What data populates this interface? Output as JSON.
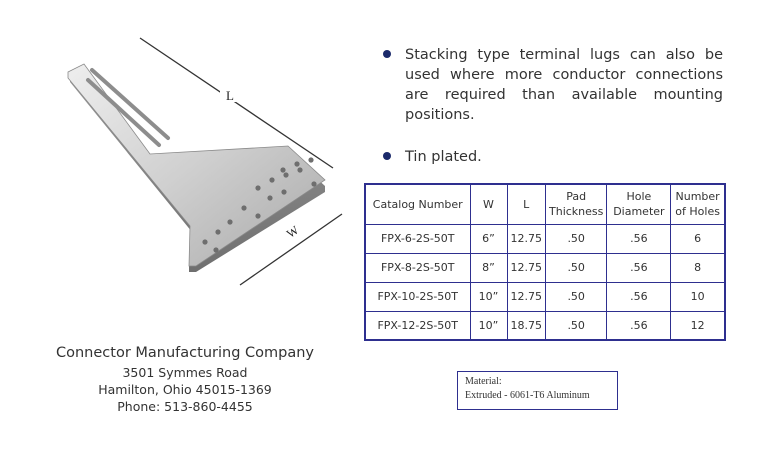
{
  "figure": {
    "length_label": "L",
    "width_label": "W"
  },
  "bullets": [
    "Stacking type terminal lugs can also be used where more conductor connections are required than available mounting positions.",
    "Tin plated."
  ],
  "table": {
    "headers": [
      "Catalog Number",
      "W",
      "L",
      "Pad Thickness",
      "Hole Diameter",
      "Number of Holes"
    ],
    "rows": [
      [
        "FPX-6-2S-50T",
        "6”",
        "12.75",
        ".50",
        ".56",
        "6"
      ],
      [
        "FPX-8-2S-50T",
        "8”",
        "12.75",
        ".50",
        ".56",
        "8"
      ],
      [
        "FPX-10-2S-50T",
        "10”",
        "12.75",
        ".50",
        ".56",
        "10"
      ],
      [
        "FPX-12-2S-50T",
        "10”",
        "18.75",
        ".50",
        ".56",
        "12"
      ]
    ]
  },
  "company": {
    "name": "Connector Manufacturing Company",
    "street": "3501 Symmes Road",
    "city": "Hamilton, Ohio 45015-1369",
    "phone": "Phone: 513-860-4455"
  },
  "material": {
    "label": "Material:",
    "value": "Extruded - 6061-T6 Aluminum"
  },
  "colors": {
    "accent_navy": "#2e2f8f",
    "bullet_dot": "#1b2a6b",
    "plate_silver": "#c9c9c9"
  }
}
